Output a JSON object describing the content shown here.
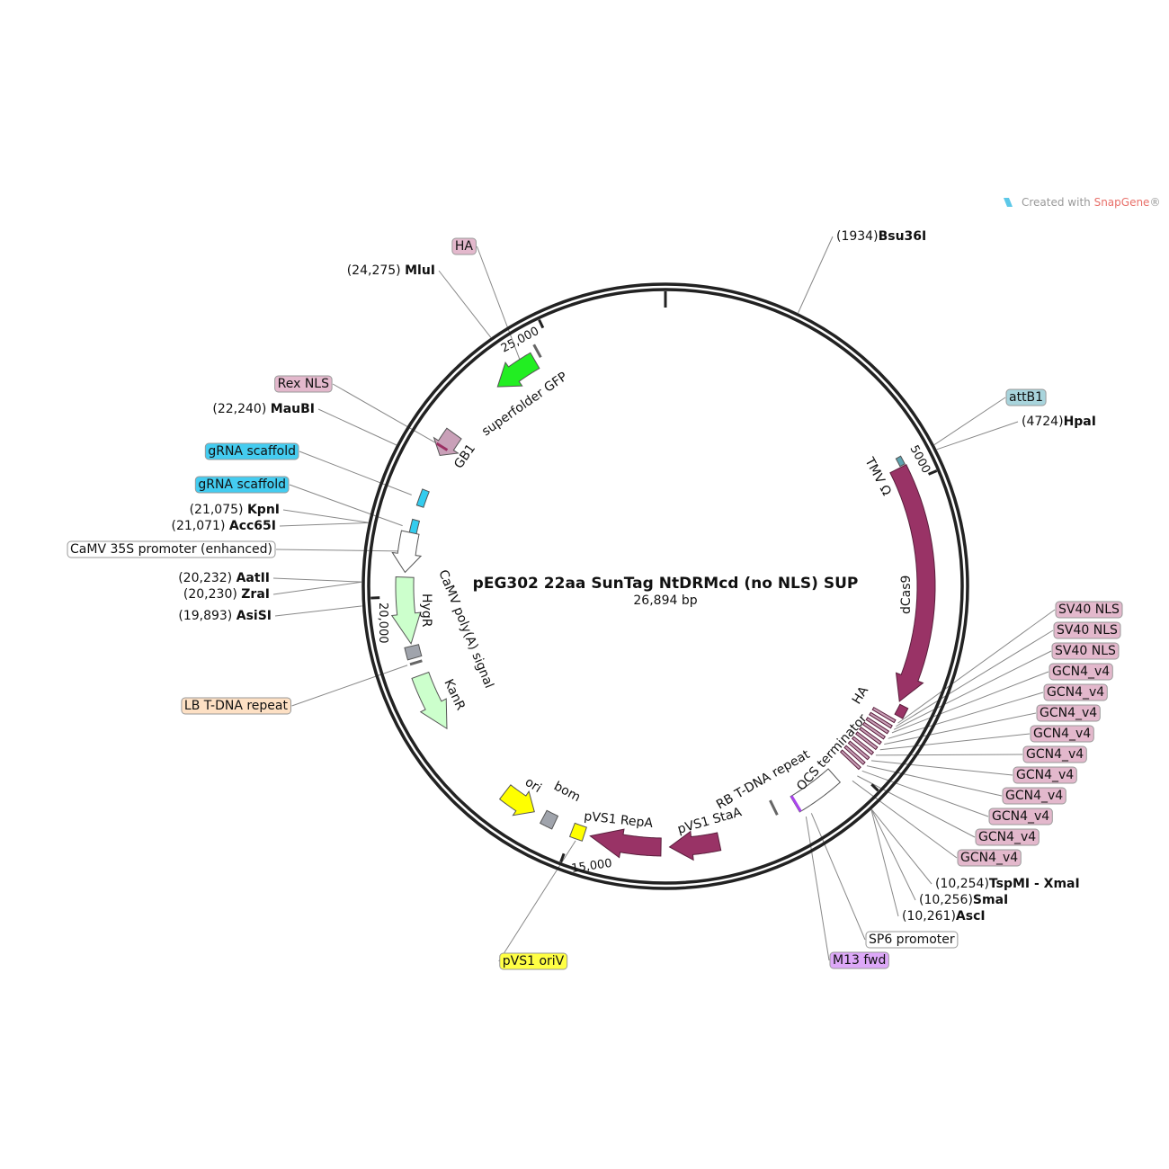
{
  "plasmid": {
    "name": "pEG302 22aa SunTag NtDRMcd (no NLS) SUP",
    "length_label": "26,894 bp",
    "length": 26894
  },
  "credit": {
    "prefix": "Created with ",
    "brand": "SnapGene",
    "mark": "®"
  },
  "ticks": [
    {
      "bp": 0,
      "label": ""
    },
    {
      "bp": 5000,
      "label": "5000"
    },
    {
      "bp": 10000,
      "label": ""
    },
    {
      "bp": 15000,
      "label": "15,000"
    },
    {
      "bp": 20000,
      "label": "20,000"
    },
    {
      "bp": 25000,
      "label": "25,000"
    }
  ],
  "colors": {
    "magenta": "#993366",
    "pink": "#c9a0b8",
    "green": "#22ee22",
    "lightgreen": "#ccffcc",
    "cyan": "#33ccee",
    "yellow": "#ffff00",
    "grey": "#a0a4ac",
    "teal": "#5fa3b0",
    "purple": "#aa44ee"
  },
  "features": [
    {
      "name": "superfolder GFP",
      "start": 23900,
      "end": 24650,
      "dir": "ccw",
      "color": "#22ee22",
      "kind": "arrow"
    },
    {
      "name": "GB1",
      "start": 22420,
      "end": 22850,
      "dir": "ccw",
      "color": "#c9a0b8",
      "kind": "arrow"
    },
    {
      "name": "gRNA scaffold",
      "start": 21520,
      "end": 21800,
      "dir": "none",
      "color": "#33ccee",
      "kind": "box"
    },
    {
      "name": "gRNA scaffold",
      "start": 21000,
      "end": 21280,
      "dir": "none",
      "color": "#33ccee",
      "kind": "box"
    },
    {
      "name": "CaMV 35S promoter (enhanced)",
      "start": 20400,
      "end": 21060,
      "dir": "ccw",
      "color": "#ffffff",
      "kind": "arrow"
    },
    {
      "name": "HygR",
      "start": 19220,
      "end": 20320,
      "dir": "ccw",
      "color": "#ccffcc",
      "kind": "arrow"
    },
    {
      "name": "CaMV poly(A) signal",
      "start": 18980,
      "end": 19180,
      "dir": "none",
      "color": "#a0a4ac",
      "kind": "box"
    },
    {
      "name": "KanR",
      "start": 17700,
      "end": 18680,
      "dir": "ccw",
      "color": "#ccffcc",
      "kind": "arrow"
    },
    {
      "name": "ori",
      "start": 15700,
      "end": 16280,
      "dir": "ccw",
      "color": "#ffff00",
      "kind": "arrow"
    },
    {
      "name": "bom",
      "start": 15320,
      "end": 15530,
      "dir": "none",
      "color": "#a0a4ac",
      "kind": "box"
    },
    {
      "name": "pVS1 oriV",
      "start": 14800,
      "end": 15010,
      "dir": "none",
      "color": "#ffff00",
      "kind": "box"
    },
    {
      "name": "pVS1 RepA",
      "start": 13520,
      "end": 14700,
      "dir": "cw",
      "color": "#993366",
      "kind": "arrow"
    },
    {
      "name": "pVS1 StaA",
      "start": 12560,
      "end": 13380,
      "dir": "cw",
      "color": "#993366",
      "kind": "arrow"
    },
    {
      "name": "OCS terminator",
      "start": 10330,
      "end": 11150,
      "dir": "none",
      "color": "#ffffff",
      "kind": "box"
    },
    {
      "name": "dCas9",
      "start": 4720,
      "end": 8680,
      "dir": "cw",
      "color": "#993366",
      "kind": "arrow"
    },
    {
      "name": "HA",
      "start": 8720,
      "end": 8900,
      "dir": "none",
      "color": "#993366",
      "kind": "box"
    },
    {
      "name": "TMV Ω",
      "start": 4560,
      "end": 4700,
      "dir": "none",
      "color": "#5fa3b0",
      "kind": "box"
    }
  ],
  "gcn4_repeats": {
    "name": "GCN4_v4",
    "count": 10,
    "start": 8950,
    "end": 10000,
    "color": "#c9a0b8"
  },
  "feature_labels": {
    "sfgfp": "superfolder GFP",
    "gb1": "GB1",
    "tmv": "TMV Ω",
    "dcas9": "dCas9",
    "ha": "HA",
    "ocs": "OCS terminator",
    "rb": "RB T-DNA repeat",
    "stA": "pVS1 StaA",
    "repA": "pVS1 RepA",
    "bom": "bom",
    "ori": "ori",
    "polya": "CaMV poly(A) signal",
    "hygr": "HygR",
    "kanr": "KanR"
  },
  "annotations_left": [
    {
      "text": "HA",
      "bp": 24450,
      "boxed": true,
      "fill": "#e3b8cc"
    },
    {
      "text": "Rex NLS",
      "bp": 22560,
      "boxed": true,
      "fill": "#e3b8cc"
    },
    {
      "text": "gRNA scaffold",
      "bp": 21650,
      "boxed": true,
      "fill": "#44ccf0"
    },
    {
      "text": "gRNA scaffold",
      "bp": 21140,
      "boxed": true,
      "fill": "#44ccf0"
    },
    {
      "text": "CaMV 35S promoter (enhanced)",
      "bp": 20730,
      "boxed": true,
      "fill": "#ffffff"
    },
    {
      "text": "LB T-DNA repeat",
      "bp": 18900,
      "boxed": true,
      "fill": "#fde0c4"
    },
    {
      "text": "pVS1 oriV",
      "bp": 14900,
      "boxed": true,
      "fill": "#ffff44"
    }
  ],
  "annotations_right": [
    {
      "text": "attB1",
      "bp": 4650,
      "boxed": true,
      "fill": "#a8d4dc"
    },
    {
      "text": "SV40 NLS",
      "bp": 9000,
      "boxed": true,
      "fill": "#e3b8cc"
    },
    {
      "text": "SV40 NLS",
      "bp": 9060,
      "boxed": true,
      "fill": "#e3b8cc"
    },
    {
      "text": "SV40 NLS",
      "bp": 9120,
      "boxed": true,
      "fill": "#e3b8cc"
    },
    {
      "text": "GCN4_v4",
      "bp": 9180,
      "boxed": true,
      "fill": "#e3b8cc"
    },
    {
      "text": "GCN4_v4",
      "bp": 9290,
      "boxed": true,
      "fill": "#e3b8cc"
    },
    {
      "text": "GCN4_v4",
      "bp": 9400,
      "boxed": true,
      "fill": "#e3b8cc"
    },
    {
      "text": "GCN4_v4",
      "bp": 9510,
      "boxed": true,
      "fill": "#e3b8cc"
    },
    {
      "text": "GCN4_v4",
      "bp": 9620,
      "boxed": true,
      "fill": "#e3b8cc"
    },
    {
      "text": "GCN4_v4",
      "bp": 9730,
      "boxed": true,
      "fill": "#e3b8cc"
    },
    {
      "text": "GCN4_v4",
      "bp": 9840,
      "boxed": true,
      "fill": "#e3b8cc"
    },
    {
      "text": "GCN4_v4",
      "bp": 9950,
      "boxed": true,
      "fill": "#e3b8cc"
    },
    {
      "text": "GCN4_v4",
      "bp": 10060,
      "boxed": true,
      "fill": "#e3b8cc"
    },
    {
      "text": "GCN4_v4",
      "bp": 10170,
      "boxed": true,
      "fill": "#e3b8cc"
    },
    {
      "text": "SP6 promoter",
      "bp": 11000,
      "boxed": true,
      "fill": "#ffffff"
    },
    {
      "text": "M13 fwd",
      "bp": 11100,
      "boxed": true,
      "fill": "#dda8f8"
    }
  ],
  "sites": [
    {
      "name": "MluI",
      "pos": "(24,275)",
      "bp": 24275,
      "side": "left"
    },
    {
      "name": "MauBI",
      "pos": "(22,240)",
      "bp": 22240,
      "side": "left"
    },
    {
      "name": "KpnI",
      "pos": "(21,075)",
      "bp": 21075,
      "side": "left"
    },
    {
      "name": "Acc65I",
      "pos": "(21,071)",
      "bp": 21071,
      "side": "left"
    },
    {
      "name": "AatII",
      "pos": "(20,232)",
      "bp": 20232,
      "side": "left"
    },
    {
      "name": "ZraI",
      "pos": "(20,230)",
      "bp": 20230,
      "side": "left"
    },
    {
      "name": "AsiSI",
      "pos": "(19,893)",
      "bp": 19893,
      "side": "left"
    },
    {
      "name": "Bsu36I",
      "pos": "(1934)",
      "bp": 1934,
      "side": "right"
    },
    {
      "name": "HpaI",
      "pos": "(4724)",
      "bp": 4724,
      "side": "right"
    },
    {
      "name": "TspMI - XmaI",
      "pos": "(10,254)",
      "bp": 10254,
      "side": "right"
    },
    {
      "name": "SmaI",
      "pos": "(10,256)",
      "bp": 10256,
      "side": "right"
    },
    {
      "name": "AscI",
      "pos": "(10,261)",
      "bp": 10261,
      "side": "right"
    }
  ]
}
